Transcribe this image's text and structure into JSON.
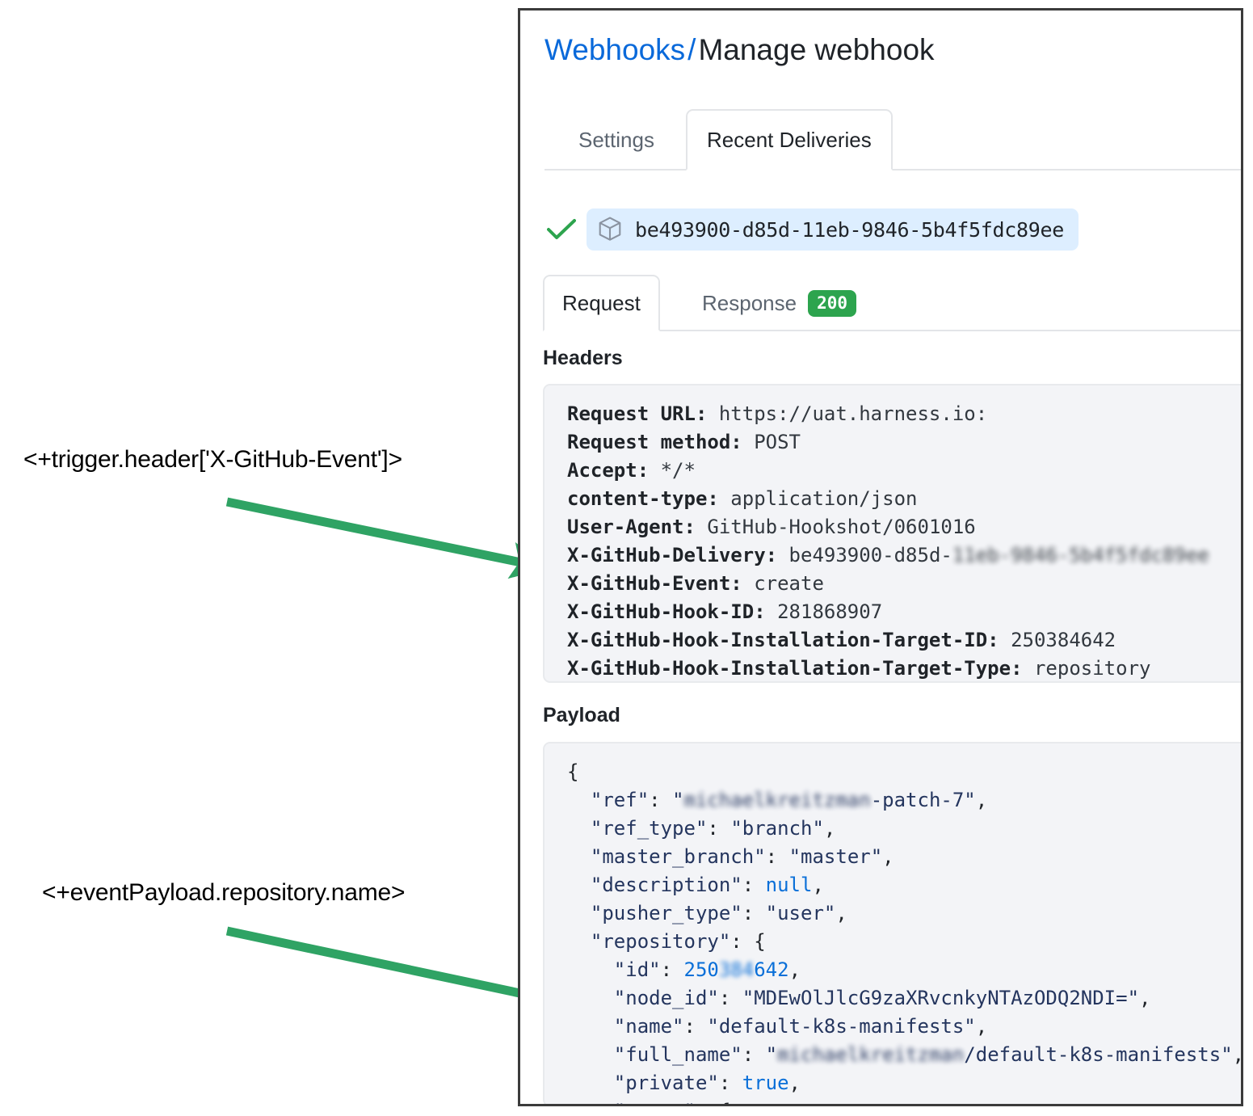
{
  "annotations": [
    {
      "id": "trigger-header",
      "text": "<+trigger.header['X-GitHub-Event']>"
    },
    {
      "id": "event-payload",
      "text": "<+eventPayload.repository.name>"
    }
  ],
  "colors": {
    "link": "#0969da",
    "arrow_green": "#2fa364",
    "status_green": "#2da44e",
    "chip_blue": "#ddeeff",
    "code_bg": "#f3f4f7",
    "panel_border": "#3b3b3b"
  },
  "breadcrumb": {
    "link": "Webhooks",
    "separator": "/",
    "current": "Manage webhook"
  },
  "top_tabs": [
    {
      "label": "Settings",
      "active": false
    },
    {
      "label": "Recent Deliveries",
      "active": true
    }
  ],
  "delivery": {
    "status_icon": "check-icon",
    "package_icon": "package-icon",
    "id": "be493900-d85d-11eb-9846-5b4f5fdc89ee"
  },
  "request_tabs": [
    {
      "label": "Request",
      "active": true,
      "badge": null
    },
    {
      "label": "Response",
      "active": false,
      "badge": "200"
    }
  ],
  "headers": {
    "title": "Headers",
    "rows": [
      {
        "key": "Request URL:",
        "value": "https://uat.harness.io:",
        "redacted": ""
      },
      {
        "key": "Request method:",
        "value": "POST",
        "redacted": ""
      },
      {
        "key": "Accept:",
        "value": "*/*",
        "redacted": ""
      },
      {
        "key": "content-type:",
        "value": "application/json",
        "redacted": ""
      },
      {
        "key": "User-Agent:",
        "value": "GitHub-Hookshot/0601016",
        "redacted": ""
      },
      {
        "key": "X-GitHub-Delivery:",
        "value": "be493900-d85d-",
        "redacted": "11eb-9846-5b4f5fdc89ee"
      },
      {
        "key": "X-GitHub-Event:",
        "value": "create",
        "redacted": ""
      },
      {
        "key": "X-GitHub-Hook-ID:",
        "value": "281868907",
        "redacted": ""
      },
      {
        "key": "X-GitHub-Hook-Installation-Target-ID:",
        "value": "250384642",
        "redacted": ""
      },
      {
        "key": "X-GitHub-Hook-Installation-Target-Type:",
        "value": "repository",
        "redacted": ""
      }
    ]
  },
  "payload": {
    "title": "Payload",
    "lines": [
      {
        "indent": 0,
        "open": "{"
      },
      {
        "indent": 1,
        "key": "\"ref\"",
        "redacted_prefix": "michaelkreitzman",
        "string": "-patch-7",
        "quoted": true,
        "comma": true
      },
      {
        "indent": 1,
        "key": "\"ref_type\"",
        "string": "branch",
        "quoted": true,
        "comma": true
      },
      {
        "indent": 1,
        "key": "\"master_branch\"",
        "string": "master",
        "quoted": true,
        "comma": true
      },
      {
        "indent": 1,
        "key": "\"description\"",
        "literal": "null",
        "comma": true
      },
      {
        "indent": 1,
        "key": "\"pusher_type\"",
        "string": "user",
        "quoted": true,
        "comma": true
      },
      {
        "indent": 1,
        "key": "\"repository\"",
        "open": "{"
      },
      {
        "indent": 2,
        "key": "\"id\"",
        "number_prefix": "250",
        "number_redacted": "384",
        "number_suffix": "642",
        "comma": true
      },
      {
        "indent": 2,
        "key": "\"node_id\"",
        "string": "MDEwOlJlcG9zaXRvcnkyNTAzODQ2NDI=",
        "quoted": true,
        "comma": true
      },
      {
        "indent": 2,
        "key": "\"name\"",
        "string": "default-k8s-manifests",
        "quoted": true,
        "comma": true
      },
      {
        "indent": 2,
        "key": "\"full_name\"",
        "redacted_prefix": "michaelkreitzman",
        "string": "/default-k8s-manifests",
        "quoted": true,
        "comma": true
      },
      {
        "indent": 2,
        "key": "\"private\"",
        "literal": "true",
        "comma": true
      },
      {
        "indent": 2,
        "key": "\"owner\"",
        "open": "{"
      }
    ]
  }
}
